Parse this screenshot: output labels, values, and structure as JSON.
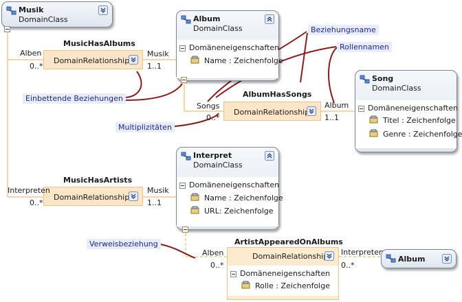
{
  "musik": {
    "title": "Musik",
    "subtitle": "DomainClass"
  },
  "album": {
    "title": "Album",
    "subtitle": "DomainClass",
    "section": "Domäneneigenschaften",
    "props": [
      "Name : Zeichenfolge"
    ]
  },
  "song": {
    "title": "Song",
    "subtitle": "DomainClass",
    "section": "Domäneneigenschaften",
    "props": [
      "Titel : Zeichenfolge",
      "Genre : Zeichenfolge"
    ]
  },
  "interpret": {
    "title": "Interpret",
    "subtitle": "DomainClass",
    "section": "Domäneneigenschaften",
    "props": [
      "Name : Zeichenfolge",
      "URL: Zeichenfolge"
    ]
  },
  "album2": {
    "title": "Album"
  },
  "rels": {
    "musicHasAlbums": {
      "name": "MusicHasAlbums",
      "label": "DomainRelationship",
      "src_role": "Alben",
      "src_mult": "0..*",
      "tgt_role": "Musik",
      "tgt_mult": "1..1"
    },
    "albumHasSongs": {
      "name": "AlbumHasSongs",
      "label": "DomainRelationship",
      "src_role": "Songs",
      "src_mult": "0..*",
      "tgt_role": "Album",
      "tgt_mult": "1..1"
    },
    "musicHasArtists": {
      "name": "MusicHasArtists",
      "label": "DomainRelationship",
      "src_role": "Interpreten",
      "src_mult": "0..*",
      "tgt_role": "Musik",
      "tgt_mult": "1..1"
    },
    "artistAppearedOnAlbums": {
      "name": "ArtistAppearedOnAlbums",
      "label": "DomainRelationship",
      "src_role": "Alben",
      "src_mult": "0..*",
      "tgt_role": "Interpreten",
      "tgt_mult": "0..*",
      "section": "Domäneneigenschaften",
      "props": [
        "Rolle : Zeichenfolge"
      ]
    }
  },
  "callouts": {
    "beziehungsname": "Beziehungsname",
    "rollennamen": "Rollennamen",
    "einbettende": "Einbettende Beziehungen",
    "multiplizitaeten": "Multiplizitäten",
    "verweis": "Verweisbeziehung"
  },
  "colors": {
    "callout_line": "#8b1a1a",
    "connector": "#f0c890",
    "rel_fill": "#fde6c8",
    "class_border": "#7d8590"
  }
}
